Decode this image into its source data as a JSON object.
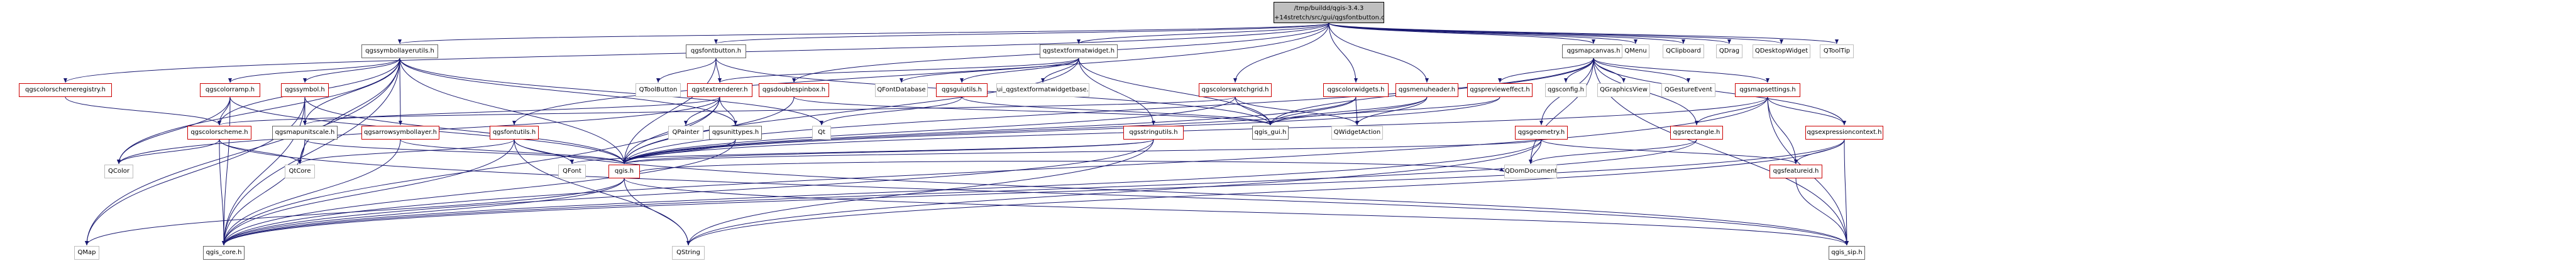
{
  "root": {
    "line1": "/tmp/buildd/qgis-3.4.3",
    "line2": "+14stretch/src/gui/qgsfontbutton.cpp"
  },
  "nodes": {
    "qgssymbollayerutils": "qgssymbollayerutils.h",
    "qgscolorschemeregistry": "qgscolorschemeregistry.h",
    "qgscolorramp": "qgscolorramp.h",
    "qgssymbol": "qgssymbol.h",
    "qgscolorscheme": "qgscolorscheme.h",
    "qgsmapunitscale": "qgsmapunitscale.h",
    "qgsarrowsymbollayer": "qgsarrowsymbollayer.h",
    "qgsfontutils": "qgsfontutils.h",
    "qgsfontbutton": "qgsfontbutton.h",
    "qtoolbutton": "QToolButton",
    "qgstextrenderer": "qgstextrenderer.h",
    "qgsdoublespinbox": "qgsdoublespinbox.h",
    "qgsunittypes": "qgsunittypes.h",
    "qpainter": "QPainter",
    "qgstextformatwidget": "qgstextformatwidget.h",
    "qfontdatabase": "QFontDatabase",
    "qgsguiutils": "qgsguiutils.h",
    "ui_qgstextformatwidgetbase": "ui_qgstextformatwidgetbase.h",
    "qgsstringutils": "qgsstringutils.h",
    "qgscolorswatchgrid": "qgscolorswatchgrid.h",
    "qgscolorwidgets": "qgscolorwidgets.h",
    "qgsmenuheader": "qgsmenuheader.h",
    "qgspreviewеffect": "qgspreviеweffect.h",
    "qgsmapcanvas": "qgsmapcanvas.h",
    "qgsconfig": "qgsconfig.h",
    "qgraphicsview": "QGraphicsView",
    "qgestureevent": "QGestureEvent",
    "qgsmapsettings": "qgsmapsettings.h",
    "qgsgeometry": "qgsgeometry.h",
    "qgsrectangle": "qgsrectangle.h",
    "qgsexpressioncontext": "qgsexpressioncontext.h",
    "qgsfeatureid": "qgsfeatureid.h",
    "qgis_gui": "qgis_gui.h",
    "qwidgetaction": "QWidgetAction",
    "qt": "Qt",
    "qgis": "qgis.h",
    "qcolor": "QColor",
    "qtcore": "QtCore",
    "qfont": "QFont",
    "qdomdocument": "QDomDocument",
    "qmap": "QMap",
    "qgis_core": "qgis_core.h",
    "qstring": "QString",
    "qgis_sip": "qgis_sip.h",
    "qmenu": "QMenu",
    "qclipboard": "QClipboard",
    "qdrag": "QDrag",
    "qdesktopwidget": "QDesktopWidget",
    "qtooltip": "QToolTip"
  },
  "colors": {
    "root_fill": "#bfbfbf",
    "documented_border": "#666666",
    "undocumented_border": "#cc0000",
    "edge": "#191970"
  }
}
